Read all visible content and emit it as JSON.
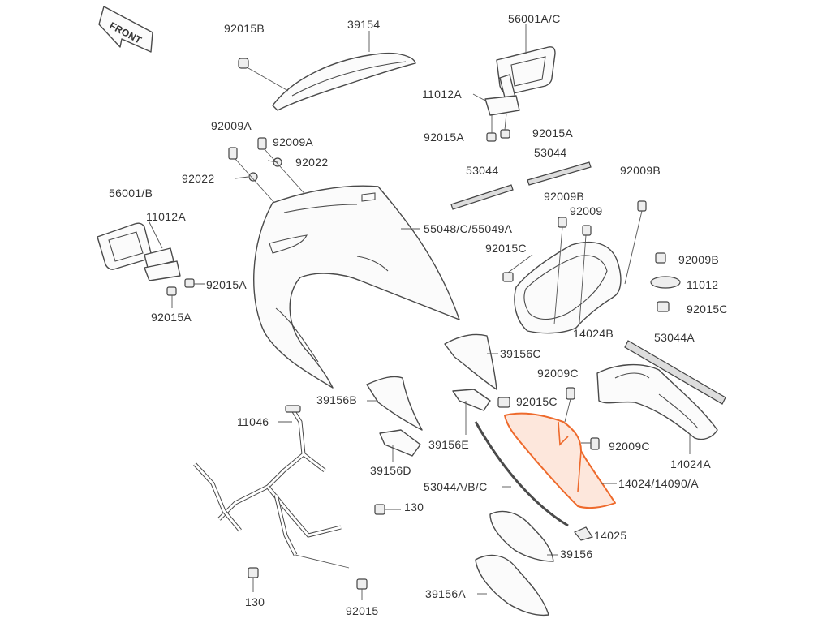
{
  "front_tag": "FRONT",
  "labels": {
    "92015B": "92015B",
    "39154": "39154",
    "56001AC": "56001A/C",
    "11012A_top": "11012A",
    "92015A_l": "92015A",
    "92015A_r": "92015A",
    "53044_a": "53044",
    "53044_b": "53044",
    "92009A_l": "92009A",
    "92009A_r": "92009A",
    "92022_r": "92022",
    "92022_l": "92022",
    "56001B": "56001/B",
    "11012A_left": "11012A",
    "92015A_left1": "92015A",
    "92015A_left2": "92015A",
    "5504": "55048/C/55049A",
    "92009B_top": "92009B",
    "92009B_mid": "92009B",
    "92009": "92009",
    "92015C_l": "92015C",
    "92009B_r": "92009B",
    "11012": "11012",
    "92015C_r": "92015C",
    "14024B": "14024B",
    "53044A": "53044A",
    "39156C": "39156C",
    "92009C_top": "92009C",
    "92015C_mid": "92015C",
    "39156B": "39156B",
    "11046": "11046",
    "39156E": "39156E",
    "92009C_r": "92009C",
    "14024A": "14024A",
    "39156D": "39156D",
    "1402414090": "14024/14090/A",
    "53044ABC": "53044A/B/C",
    "130_r": "130",
    "14025": "14025",
    "39156": "39156",
    "130_l": "130",
    "39156A": "39156A",
    "92015": "92015"
  },
  "highlight_part": "14024/14090/A",
  "colors": {
    "line": "#4a4a4a",
    "text": "#333333",
    "highlight": "#ee6a2c",
    "background": "#ffffff"
  }
}
